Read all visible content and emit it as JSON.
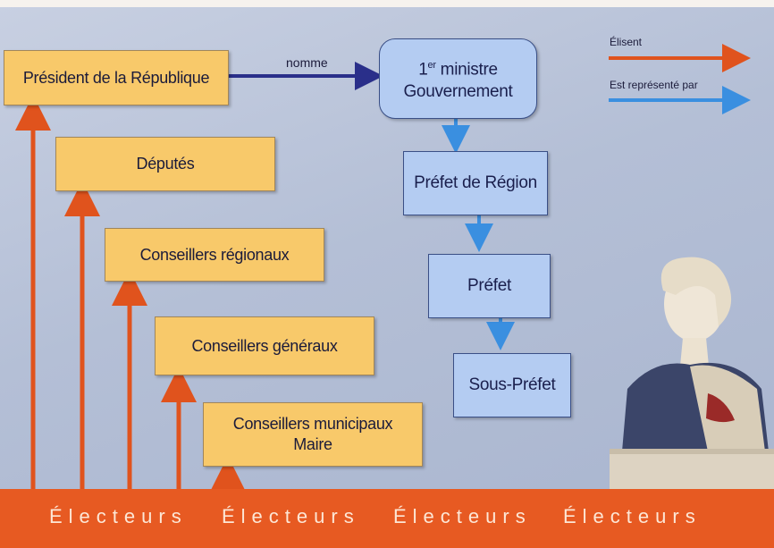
{
  "boxes": {
    "president": "Président de la République",
    "deputes": "Députés",
    "regionaux": "Conseillers régionaux",
    "generaux": "Conseillers généraux",
    "municipaux_line1": "Conseillers municipaux",
    "municipaux_line2": "Maire"
  },
  "state": {
    "premier_sup": "er",
    "premier_num": "1",
    "premier_word": "ministre",
    "gouvernement": "Gouvernement",
    "prefet_region": "Préfet de Région",
    "prefet": "Préfet",
    "sous_prefet": "Sous-Préfet"
  },
  "arrow_label": "nomme",
  "legend": {
    "elisent": "Élisent",
    "represente": "Est représenté par"
  },
  "electeurs": [
    "Électeurs",
    "Électeurs",
    "Électeurs",
    "Électeurs"
  ],
  "colors": {
    "elect_arrow": "#e0531d",
    "represent_arrow": "#3a8fe0",
    "nomme_arrow": "#2a2f8a",
    "yellow_box": "#f8c96a",
    "blue_box": "#b4ccf2",
    "band": "#e75a22"
  }
}
